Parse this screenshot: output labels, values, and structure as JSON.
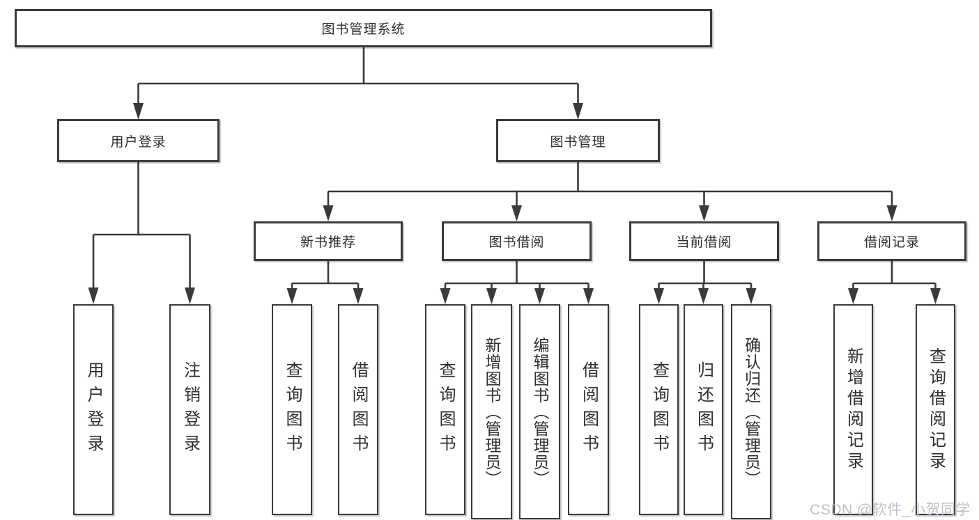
{
  "diagram": {
    "title": "图书管理系统",
    "nodes": {
      "root": "图书管理系统",
      "user_login": "用户登录",
      "book_mgmt": "图书管理",
      "new_book_rec": "新书推荐",
      "book_borrow": "图书借阅",
      "current_borrow": "当前借阅",
      "borrow_records": "借阅记录",
      "user_login_leaf": "用户登录",
      "logout_leaf": "注销登录",
      "nb_query_books": "查询图书",
      "nb_borrow_books": "借阅图书",
      "bb_query_books": "查询图书",
      "bb_add_books": "新增图书（管理员）",
      "bb_edit_books": "编辑图书（管理员）",
      "bb_borrow_books": "借阅图书",
      "cb_query_books": "查询图书",
      "cb_return_books": "归还图书",
      "cb_confirm_return": "确认归还（管理员）",
      "br_add_record": "新增借阅记录",
      "br_query_record": "查询借阅记录"
    },
    "hierarchy": {
      "root": [
        "user_login",
        "book_mgmt"
      ],
      "user_login": [
        "user_login_leaf",
        "logout_leaf"
      ],
      "book_mgmt": [
        "new_book_rec",
        "book_borrow",
        "current_borrow",
        "borrow_records"
      ],
      "new_book_rec": [
        "nb_query_books",
        "nb_borrow_books"
      ],
      "book_borrow": [
        "bb_query_books",
        "bb_add_books",
        "bb_edit_books",
        "bb_borrow_books"
      ],
      "current_borrow": [
        "cb_query_books",
        "cb_return_books",
        "cb_confirm_return"
      ],
      "borrow_records": [
        "br_add_record",
        "br_query_record"
      ]
    },
    "colors": {
      "line": "#3a3a3c",
      "text": "#2e2e30",
      "background": "#ffffff",
      "watermark": "#b9bec8"
    }
  },
  "watermark": {
    "text": "CSDN @软件_小贺同学"
  }
}
